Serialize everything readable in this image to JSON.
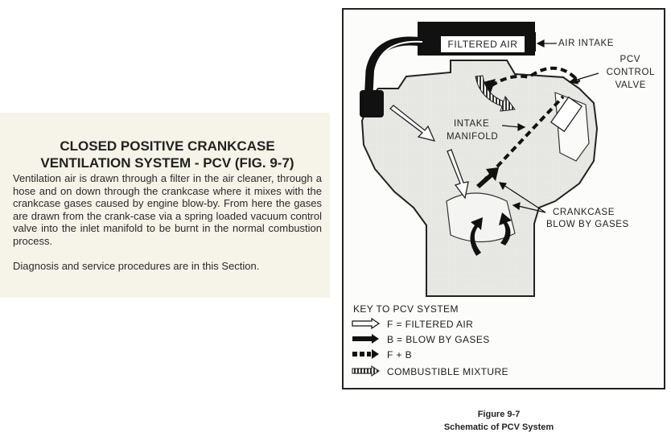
{
  "section": {
    "title_line1": "CLOSED POSITIVE CRANKCASE",
    "title_line2": "VENTILATION SYSTEM - PCV (FIG. 9-7)",
    "paragraph1": "Ventilation air is drawn through a filter in the air cleaner, through a hose and on down through the crankcase where it mixes with the crankcase gases caused by engine blow-by. From here the gases are drawn from the crank-case via a spring loaded vacuum control valve into the inlet manifold to be burnt in the normal combustion process.",
    "paragraph2": "Diagnosis and service procedures are in this Section."
  },
  "diagram": {
    "filtered_air_box": "FILTERED AIR",
    "air_intake": "AIR INTAKE",
    "pcv_line1": "PCV",
    "pcv_line2": "CONTROL",
    "pcv_line3": "VALVE",
    "intake_line1": "INTAKE",
    "intake_line2": "MANIFOLD",
    "crankcase_line1": "CRANKCASE",
    "crankcase_line2": "BLOW BY GASES",
    "key": {
      "title": "KEY TO PCV SYSTEM",
      "items": [
        {
          "label": "F = FILTERED AIR",
          "icon": "hollow-arrow-icon"
        },
        {
          "label": "B = BLOW BY GASES",
          "icon": "solid-arrow-icon"
        },
        {
          "label": "F + B",
          "icon": "dashed-arrow-icon"
        },
        {
          "label": "COMBUSTIBLE MIXTURE",
          "icon": "striped-arrow-icon"
        }
      ]
    }
  },
  "caption": {
    "figure": "Figure 9-7",
    "title": "Schematic of PCV System"
  }
}
